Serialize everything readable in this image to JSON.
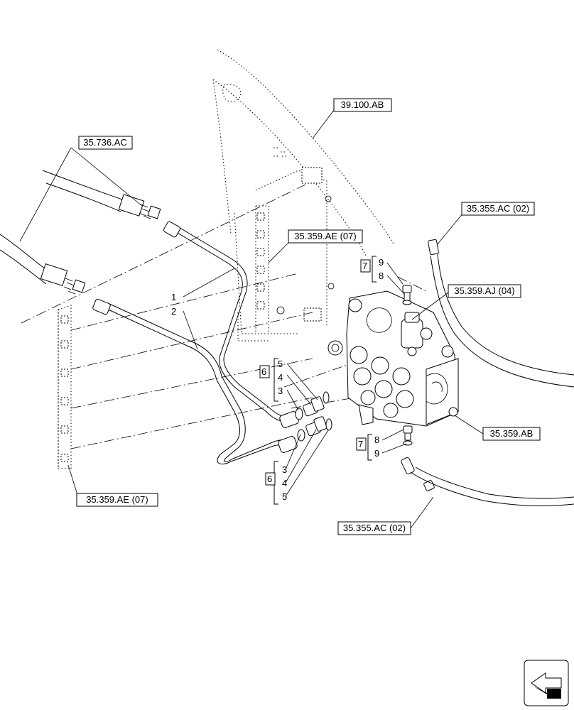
{
  "references": {
    "r_39_100_AB": "39.100.AB",
    "r_35_736_AC": "35.736.AC",
    "r_35_355_AC_top": "35.355.AC (02)",
    "r_35_359_AE_mid": "35.359.AE (07)",
    "r_35_359_AJ": "35.359.AJ (04)",
    "r_35_359_AB": "35.359.AB",
    "r_35_359_AE_bottom": "35.359.AE (07)",
    "r_35_355_AC_bottom": "35.355.AC (02)"
  },
  "callouts": {
    "c1": "1",
    "c2": "2",
    "kit6_top": "6",
    "kit6_top_5": "5",
    "kit6_top_4": "4",
    "kit6_top_3": "3",
    "kit6_bot": "6",
    "kit6_bot_3": "3",
    "kit6_bot_4": "4",
    "kit6_bot_5": "5",
    "kit7_top": "7",
    "kit7_top_9": "9",
    "kit7_top_8": "8",
    "kit7_bot": "7",
    "kit7_bot_8": "8",
    "kit7_bot_9": "9"
  },
  "nav_icon": "next-page-arrow-icon"
}
